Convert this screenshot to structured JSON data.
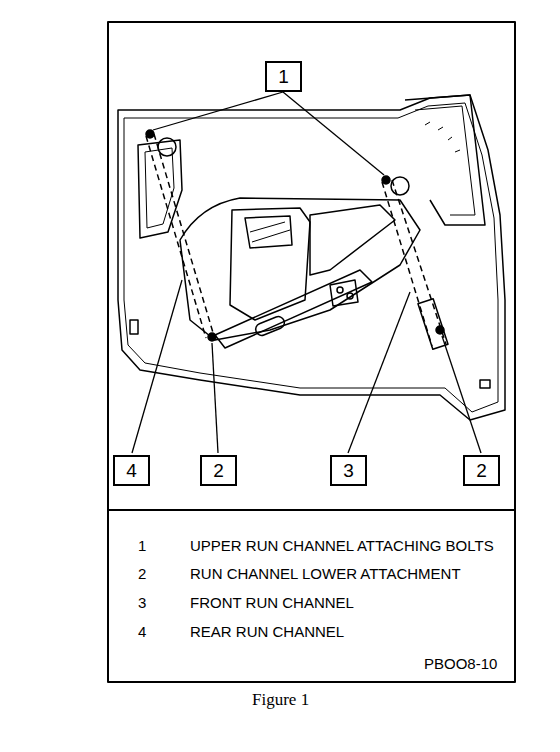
{
  "diagram": {
    "caption": "Figure 1",
    "nodes": [
      {
        "text": [
          "1"
        ]
      },
      {
        "text": [
          "4"
        ]
      },
      {
        "text": [
          "2"
        ]
      },
      {
        "text": [
          "3"
        ]
      },
      {
        "text": [
          "2"
        ]
      }
    ],
    "labels": [
      "1",
      "UPPER RUN CHANNEL ATTACHING BOLTS",
      "2",
      "RUN CHANNEL LOWER ATTACHMENT",
      "3",
      "FRONT RUN CHANNEL",
      "4",
      "REAR RUN CHANNEL",
      "PBOO8-10"
    ]
  }
}
